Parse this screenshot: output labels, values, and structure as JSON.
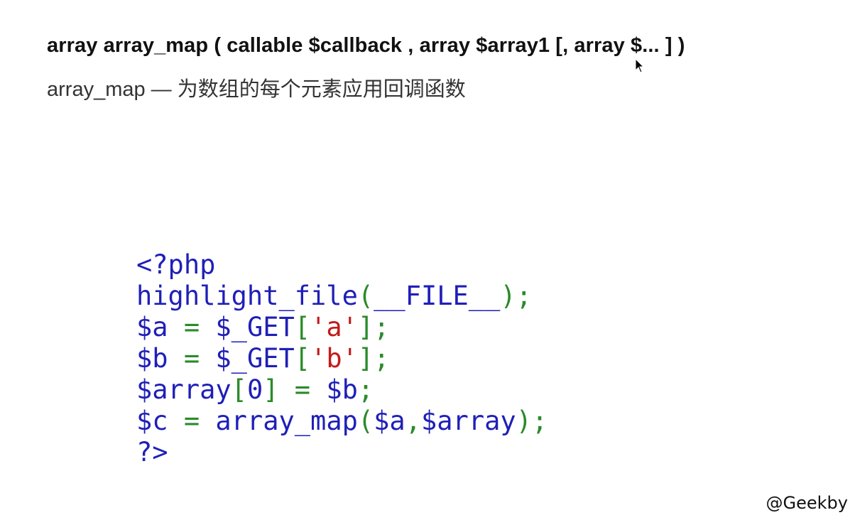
{
  "slide": {
    "signature": "array array_map ( callable $callback , array $array1 [, array $... ] )",
    "description": "array_map — 为数组的每个元素应用回调函数",
    "watermark": "@Geekby"
  },
  "code": {
    "lines": [
      [
        {
          "t": "<?php",
          "c": "kw"
        }
      ],
      [
        {
          "t": "highlight_file",
          "c": "kw"
        },
        {
          "t": "(",
          "c": "punct"
        },
        {
          "t": "__FILE__",
          "c": "kw"
        },
        {
          "t": ");",
          "c": "punct"
        }
      ],
      [
        {
          "t": "$a",
          "c": "kw"
        },
        {
          "t": " = ",
          "c": "punct"
        },
        {
          "t": "$_GET",
          "c": "kw"
        },
        {
          "t": "[",
          "c": "punct"
        },
        {
          "t": "'a'",
          "c": "str"
        },
        {
          "t": "];",
          "c": "punct"
        }
      ],
      [
        {
          "t": "$b",
          "c": "kw"
        },
        {
          "t": " = ",
          "c": "punct"
        },
        {
          "t": "$_GET",
          "c": "kw"
        },
        {
          "t": "[",
          "c": "punct"
        },
        {
          "t": "'b'",
          "c": "str"
        },
        {
          "t": "];",
          "c": "punct"
        }
      ],
      [
        {
          "t": "$array",
          "c": "kw"
        },
        {
          "t": "[",
          "c": "punct"
        },
        {
          "t": "0",
          "c": "kw"
        },
        {
          "t": "]",
          "c": "punct"
        },
        {
          "t": " = ",
          "c": "punct"
        },
        {
          "t": "$b",
          "c": "kw"
        },
        {
          "t": ";",
          "c": "punct"
        }
      ],
      [
        {
          "t": "$c",
          "c": "kw"
        },
        {
          "t": " = ",
          "c": "punct"
        },
        {
          "t": "array_map",
          "c": "kw"
        },
        {
          "t": "(",
          "c": "punct"
        },
        {
          "t": "$a",
          "c": "kw"
        },
        {
          "t": ",",
          "c": "punct"
        },
        {
          "t": "$array",
          "c": "kw"
        },
        {
          "t": ");",
          "c": "punct"
        }
      ],
      [
        {
          "t": "?>",
          "c": "kw"
        }
      ]
    ]
  },
  "colors": {
    "keyword": "#1f1fb8",
    "punctuation": "#2b8a2b",
    "string": "#c41a1a"
  },
  "icons": {
    "cursor": "mouse-pointer-icon"
  }
}
